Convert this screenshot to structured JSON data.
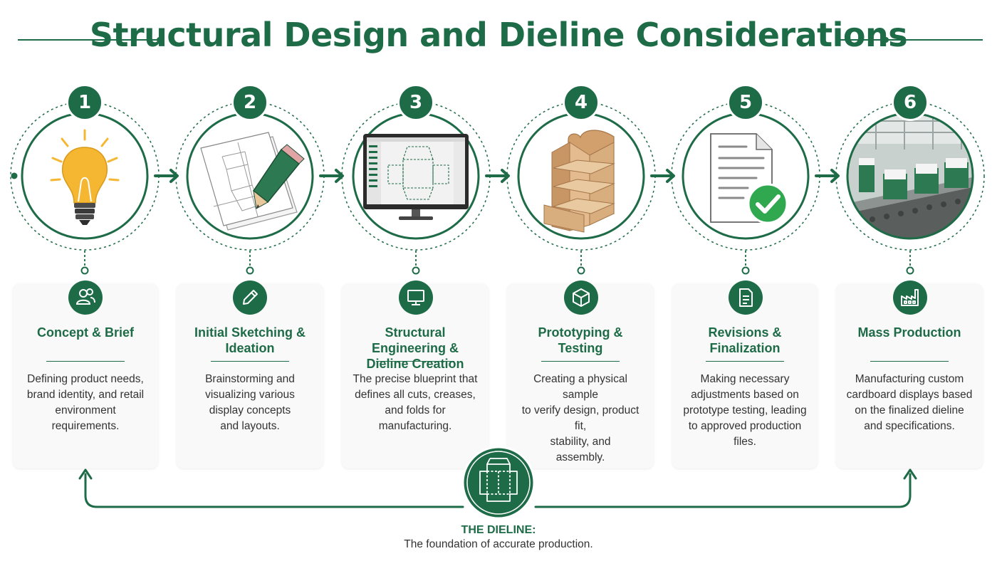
{
  "title": "Structural Design and Dieline Considerations",
  "colors": {
    "primary": "#1e6b47",
    "accent_bulb": "#f5b632",
    "cardboard": "#d9ae7e",
    "check": "#2fa84f"
  },
  "steps": [
    {
      "number": "1",
      "title_line1": "Concept & Brief",
      "title_line2": "",
      "desc": [
        "Defining product needs,",
        "brand identity, and retail",
        "environment",
        "requirements."
      ],
      "image_icon": "lightbulb-icon",
      "badge_icon": "users-icon"
    },
    {
      "number": "2",
      "title_line1": "Initial Sketching &",
      "title_line2": "Ideation",
      "desc": [
        "Brainstorming and",
        "visualizing various",
        "display concepts",
        "and layouts."
      ],
      "image_icon": "sketch-pencil-icon",
      "badge_icon": "pencil-icon"
    },
    {
      "number": "3",
      "title_line1": "Structural Engineering &",
      "title_line2": "Dieline Creation",
      "desc": [
        "The precise blueprint that",
        "defines all cuts, creases,",
        "and folds for",
        "manufacturing."
      ],
      "image_icon": "monitor-dieline-icon",
      "badge_icon": "monitor-icon"
    },
    {
      "number": "4",
      "title_line1": "Prototyping &",
      "title_line2": "Testing",
      "desc": [
        "Creating a physical sample",
        "to verify design, product fit,",
        "stability, and",
        "assembly."
      ],
      "image_icon": "cardboard-shelf-icon",
      "badge_icon": "cube-icon"
    },
    {
      "number": "5",
      "title_line1": "Revisions &",
      "title_line2": "Finalization",
      "desc": [
        "Making necessary",
        "adjustments based on",
        "prototype testing, leading",
        "to approved production",
        "files."
      ],
      "image_icon": "approved-document-icon",
      "badge_icon": "document-icon"
    },
    {
      "number": "6",
      "title_line1": "Mass Production",
      "title_line2": "",
      "desc": [
        "Manufacturing custom",
        "cardboard displays based",
        "on the finalized dieline",
        "and specifications."
      ],
      "image_icon": "factory-line-icon",
      "badge_icon": "factory-icon"
    }
  ],
  "footer": {
    "title": "THE DIELINE:",
    "subtitle": "The foundation of accurate production."
  }
}
